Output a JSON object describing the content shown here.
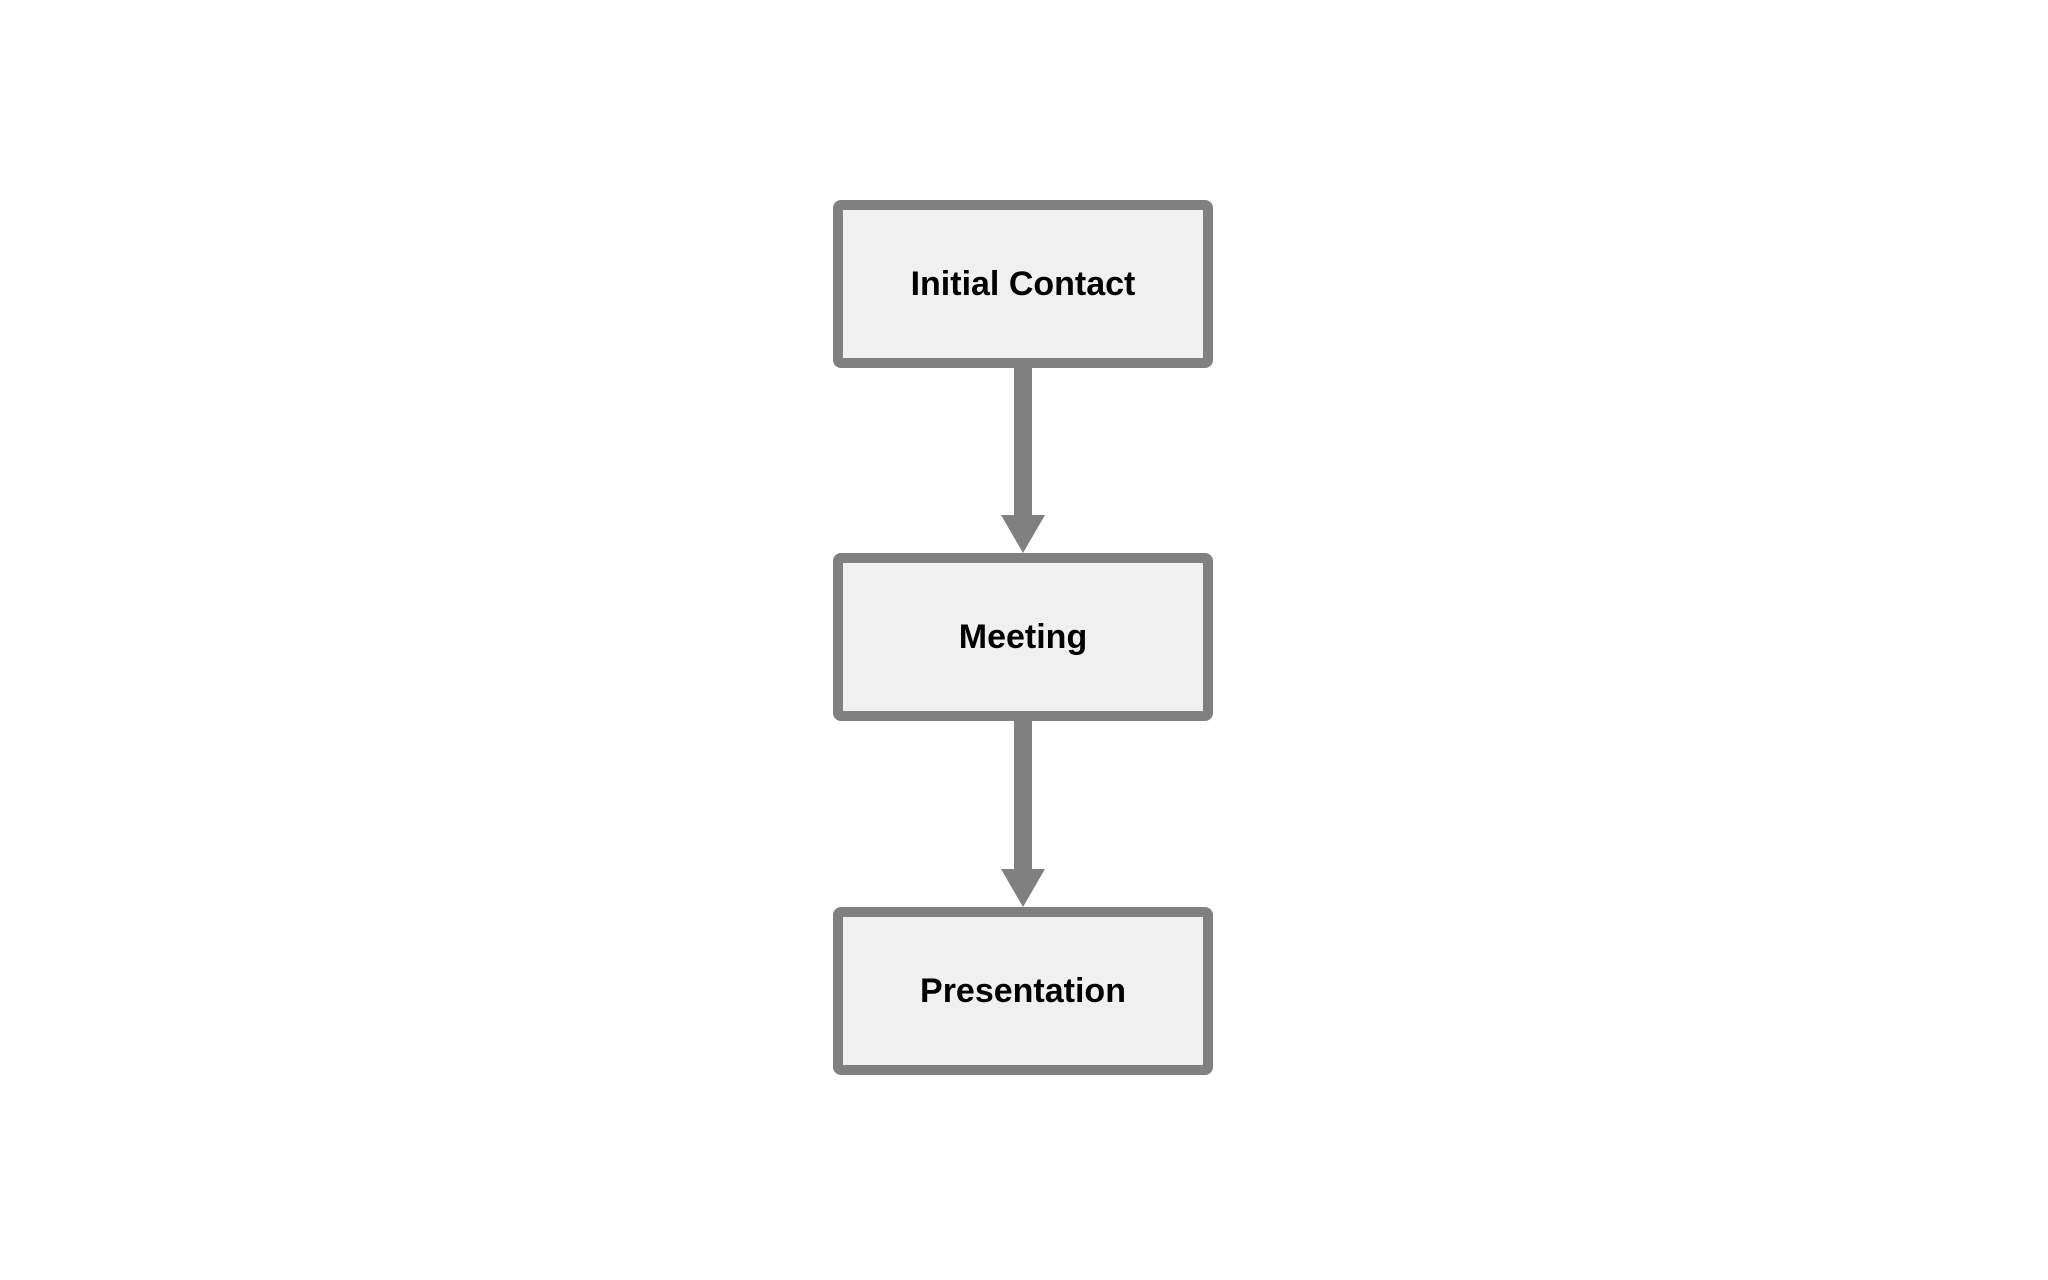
{
  "diagram": {
    "type": "flowchart",
    "direction": "top-down",
    "nodes": [
      {
        "id": "initial-contact",
        "label": "Initial Contact"
      },
      {
        "id": "meeting",
        "label": "Meeting"
      },
      {
        "id": "presentation",
        "label": "Presentation"
      }
    ],
    "edges": [
      {
        "from": "initial-contact",
        "to": "meeting"
      },
      {
        "from": "meeting",
        "to": "presentation"
      }
    ]
  },
  "theme": {
    "background": "#ffffff",
    "node_fill": "#f0f0f0",
    "node_border": "#808080",
    "arrow_color": "#808080",
    "text_color": "#000000"
  }
}
